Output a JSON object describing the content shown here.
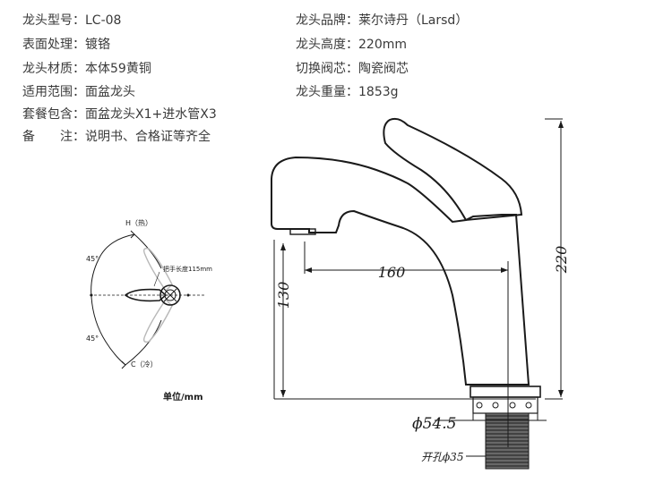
{
  "specs_left": [
    {
      "label": "龙头型号：",
      "value": "LC-08"
    },
    {
      "label": "表面处理：",
      "value": "镀铬"
    },
    {
      "label": "龙头材质：",
      "value": "本体59黄铜"
    },
    {
      "label": "适用范围：",
      "value": "面盆龙头"
    },
    {
      "label": "套餐包含：",
      "value": "面盆龙头X1+进水管X3"
    },
    {
      "label": "备　　注：",
      "value": "说明书、合格证等齐全"
    }
  ],
  "specs_right": [
    {
      "label": "龙头品牌：",
      "value": "莱尔诗丹（Larsd）"
    },
    {
      "label": "龙头高度：",
      "value": "220mm"
    },
    {
      "label": "切换阀芯：",
      "value": "陶瓷阀芯"
    },
    {
      "label": "龙头重量：",
      "value": "1853g"
    }
  ],
  "handle_diagram": {
    "hot_label": "H（热）",
    "cold_label": "C（冷）",
    "angle_top": "45°",
    "angle_bottom": "45°",
    "handle_length": "把手长度115mm",
    "unit": "单位/mm"
  },
  "faucet_dims": {
    "reach": "160",
    "height": "220",
    "spout_height": "130",
    "base_diameter": "ϕ54.5",
    "hole_diameter": "开孔ϕ35"
  },
  "colors": {
    "line": "#1a1a1a",
    "text": "#333333"
  }
}
